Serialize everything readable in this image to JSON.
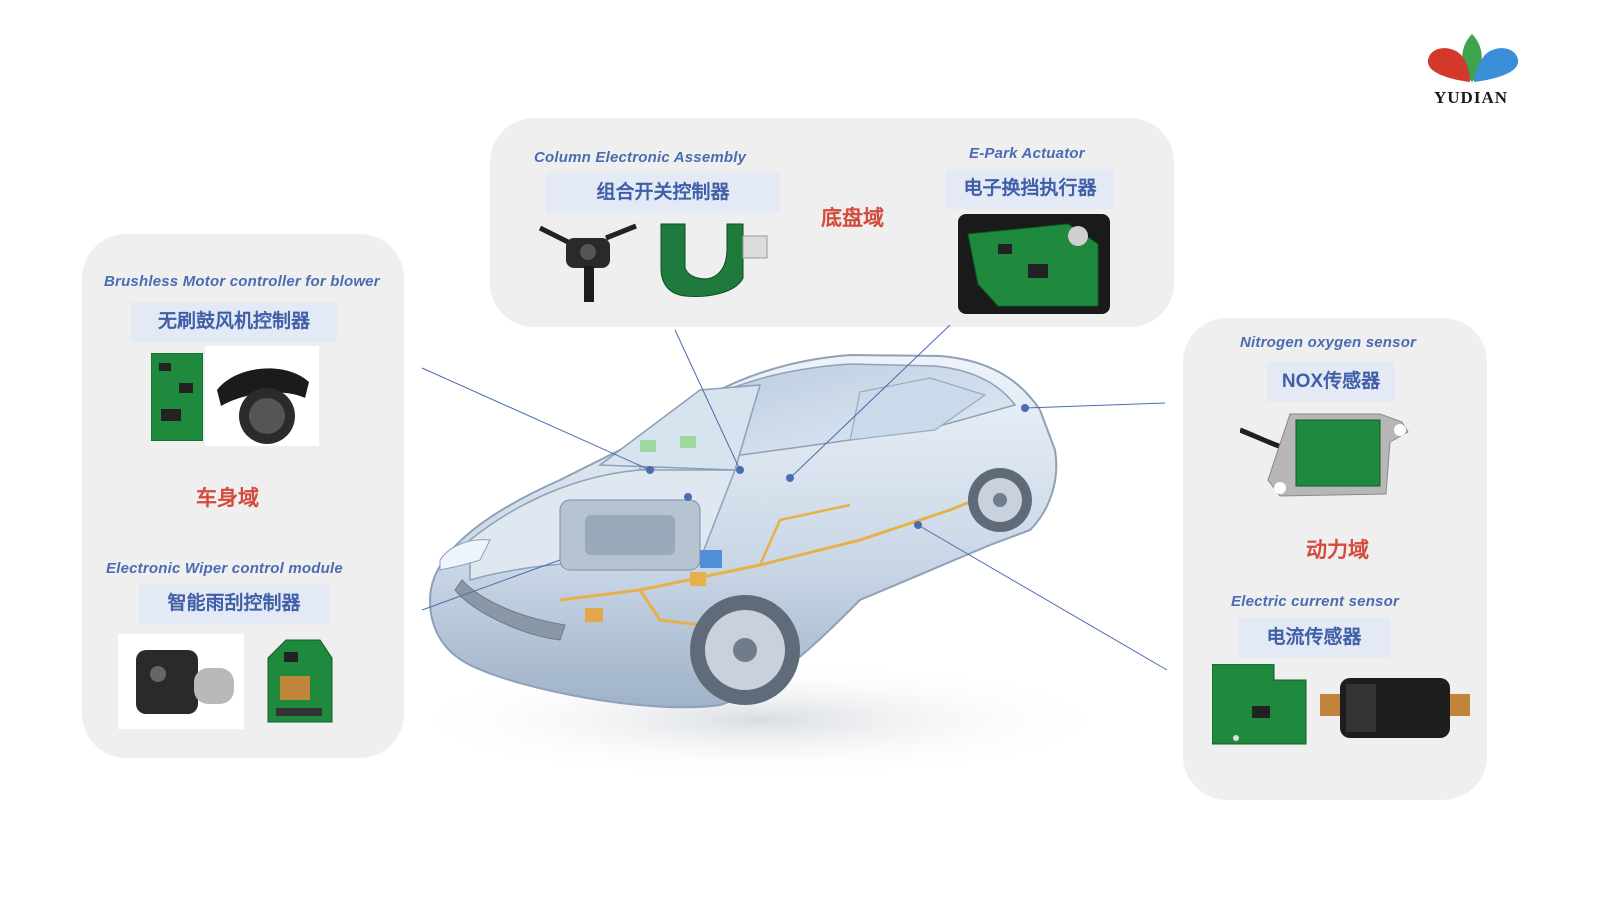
{
  "logo": {
    "text": "YUDIAN",
    "colors": [
      "#d2392b",
      "#3fa34d",
      "#3a8fd8"
    ]
  },
  "panels": {
    "chassis": {
      "domain_label": "底盘域",
      "products": [
        {
          "en": "Column  Electronic  Assembly",
          "cn": "组合开关控制器"
        },
        {
          "en": "E-Park Actuator",
          "cn": "电子换挡执行器"
        }
      ]
    },
    "body": {
      "domain_label": "车身域",
      "products": [
        {
          "en": "Brushless  Motor controller  for  blower",
          "cn": "无刷鼓风机控制器"
        },
        {
          "en": "Electronic  Wiper  control  module",
          "cn": "智能雨刮控制器"
        }
      ]
    },
    "power": {
      "domain_label": "动力域",
      "products": [
        {
          "en": "Nitrogen  oxygen  sensor",
          "cn": "NOX传感器"
        },
        {
          "en": "Electric  current  sensor",
          "cn": "电流传感器"
        }
      ]
    }
  },
  "colors": {
    "panel_bg": "#efefef",
    "label_bg": "#e4eaf5",
    "label_text": "#3f5fa8",
    "en_text": "#4a6cb3",
    "domain_text": "#d44a3c",
    "leader_line": "#4a6cb3"
  },
  "icons": [
    "car-illustration",
    "pcb-board-icon",
    "blower-motor-icon",
    "wiper-motor-icon",
    "column-switch-icon",
    "nox-sensor-icon",
    "current-sensor-icon"
  ]
}
